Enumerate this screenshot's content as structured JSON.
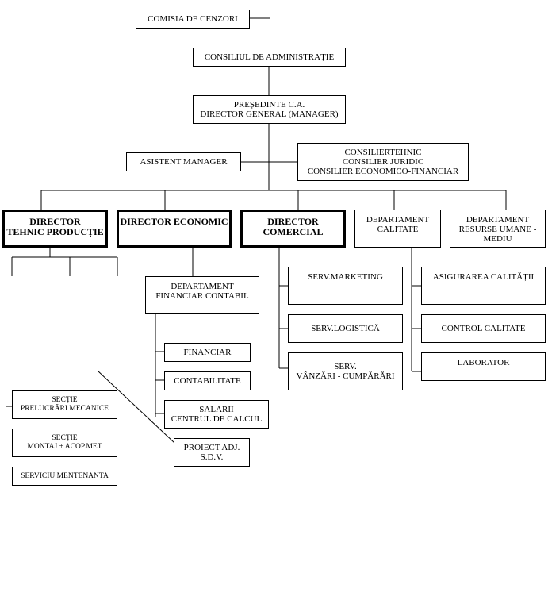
{
  "nodes": {
    "comisia_cenzori": [
      "COMISIA DE CENZORI"
    ],
    "consiliul_admin": [
      "CONSILIUL DE ADMINISTRAȚIE"
    ],
    "presedinte": [
      "PREȘEDINTE C.A.",
      "DIRECTOR GENERAL (MANAGER)"
    ],
    "asistent_manager": [
      "ASISTENT MANAGER"
    ],
    "consilieri": [
      "CONSILIERTEHNIC",
      "CONSILIER JURIDIC",
      "CONSILIER ECONOMICO-FINANCIAR"
    ],
    "director_tehnic": [
      "DIRECTOR",
      "TEHNIC PRODUCȚIE"
    ],
    "director_economic": [
      "DIRECTOR ECONOMIC"
    ],
    "director_comercial": [
      "DIRECTOR",
      "COMERCIAL"
    ],
    "departament_calitate": [
      "DEPARTAMENT",
      "CALITATE"
    ],
    "departament_resurse": [
      "DEPARTAMENT",
      "RESURSE UMANE -",
      "MEDIU"
    ],
    "departament_financiar": [
      "DEPARTAMENT",
      "FINANCIAR CONTABIL"
    ],
    "financiar": [
      "FINANCIAR"
    ],
    "contabilitate": [
      "CONTABILITATE"
    ],
    "salarii": [
      "SALARII",
      "CENTRUL DE CALCUL"
    ],
    "proiect": [
      "PROIECT ADJ.",
      "S.D.V."
    ],
    "serv_marketing": [
      "SERV.MARKETING"
    ],
    "serv_logistica": [
      "SERV.LOGISTICĂ"
    ],
    "serv_vanzari": [
      "SERV.",
      "VÂNZĂRI - CUMPĂRĂRI"
    ],
    "asigurarea_calitatii": [
      "ASIGURAREA CALITĂȚII"
    ],
    "control_calitate": [
      "CONTROL CALITATE"
    ],
    "laborator": [
      "LABORATOR"
    ],
    "sectie_prelucrari": [
      "SECȚIE",
      "PRELUCRĂRI MECANICE"
    ],
    "sectie_montaj": [
      "SECȚIE",
      "MONTAJ + ACOP.MET"
    ],
    "serviciu_mentenanta": [
      "SERVICIU MENTENANTA"
    ]
  }
}
